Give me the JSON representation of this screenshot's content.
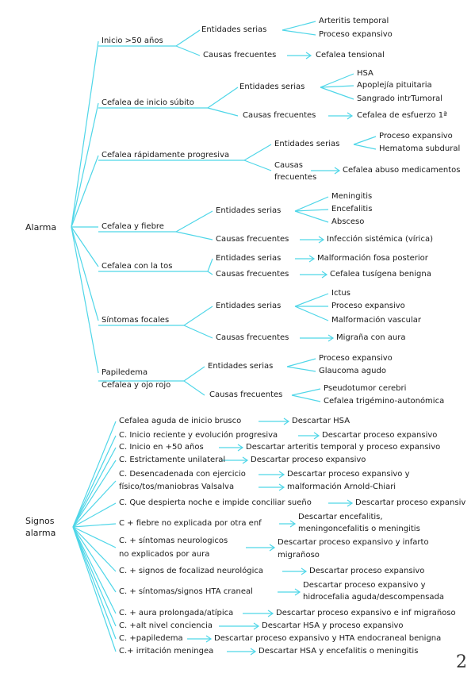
{
  "alarma": {
    "root": "Alarma",
    "n1": "Inicio >50 años",
    "n1_es": "Entidades serias",
    "n1_es_1": "Arteritis temporal",
    "n1_es_2": "Proceso expansivo",
    "n1_cf": "Causas frecuentes",
    "n1_cf_1": "Cefalea tensional",
    "n2": "Cefalea de inicio súbito",
    "n2_es": "Entidades serias",
    "n2_es_1": "HSA",
    "n2_es_2": "Apoplejía pituitaria",
    "n2_es_3": "Sangrado intrTumoral",
    "n2_cf": "Causas frecuentes",
    "n2_cf_1": "Cefalea de esfuerzo 1ª",
    "n3": "Cefalea rápidamente progresiva",
    "n3_es": "Entidades serias",
    "n3_es_1": "Proceso expansivo",
    "n3_es_2": "Hematoma subdural",
    "n3_cf_a": "Causas",
    "n3_cf_b": "frecuentes",
    "n3_cf_1": "Cefalea abuso medicamentos",
    "n4": "Cefalea y fiebre",
    "n4_es": "Entidades serias",
    "n4_es_1": "Meningitis",
    "n4_es_2": "Encefalitis",
    "n4_es_3": "Absceso",
    "n4_cf": "Causas frecuentes",
    "n4_cf_1": "Infección sistémica (vírica)",
    "n5": "Cefalea con la tos",
    "n5_es": "Entidades serias",
    "n5_es_1": "Malformación fosa posterior",
    "n5_cf": "Causas frecuentes",
    "n5_cf_1": "Cefalea tusígena benigna",
    "n6": "Síntomas focales",
    "n6_es": "Entidades serias",
    "n6_es_1": "Ictus",
    "n6_es_2": "Proceso expansivo",
    "n6_es_3": "Malformación vascular",
    "n6_cf": "Causas frecuentes",
    "n6_cf_1": "Migraña con aura",
    "n7_a": "Papiledema",
    "n7_b": "Cefalea y ojo rojo",
    "n7_es": "Entidades serias",
    "n7_es_1": "Proceso expansivo",
    "n7_es_2": "Glaucoma agudo",
    "n7_cf": "Causas frecuentes",
    "n7_cf_1": "Pseudotumor cerebri",
    "n7_cf_2": "Cefalea trigémino-autonómica"
  },
  "signos": {
    "root_a": "Signos",
    "root_b": "alarma",
    "s1": "Cefalea aguda de inicio brusco",
    "r1": "Descartar HSA",
    "s2": "C. Inicio reciente y evolución progresiva",
    "r2": "Descartar proceso expansivo",
    "s3": "C. Inicio en +50 años",
    "r3": "Descartar arteritis temporal y proceso expansivo",
    "s4": "C. Estrictamente unilateral",
    "r4": "Descartar proceso expansivo",
    "s5_a": "C. Desencadenada con ejercicio",
    "s5_b": "físico/tos/maniobras Valsalva",
    "r5_a": "Descartar proceso expansivo y",
    "r5_b": "malformación Arnold-Chiari",
    "s6": "C. Que despierta noche e impide conciliar sueño",
    "r6": "Descartar proceso expansiv",
    "s7": "C + fiebre no explicada por otra enf",
    "r7_a": "Descartar encefalitis,",
    "r7_b": "meningoncefalitis o meningitis",
    "s8_a": "C. + síntomas neurologicos",
    "s8_b": "no explicados por aura",
    "r8_a": "Descartar proceso expansivo y infarto",
    "r8_b": "migrañoso",
    "s9": "C. + signos de focalizad neurológica",
    "r9": "Descartar proceso expansivo",
    "s10": "C. + síntomas/signos HTA craneal",
    "r10_a": "Descartar proceso expansivo y",
    "r10_b": "hidrocefalia aguda/descompensada",
    "s11": "C. + aura prolongada/atípica",
    "r11": "Descartar proceso expansivo e inf migrañoso",
    "s12": "C. +alt nivel conciencia",
    "r12": "Descartar HSA y proceso expansivo",
    "s13": "C. +papiledema",
    "r13": "Descartar proceso expansivo y HTA endocraneal benigna",
    "s14": "C.+ irritación meningea",
    "r14": "Descartar HSA y encefalitis o meningitis"
  },
  "page_number": "2",
  "line_color": "#4fd6e8"
}
